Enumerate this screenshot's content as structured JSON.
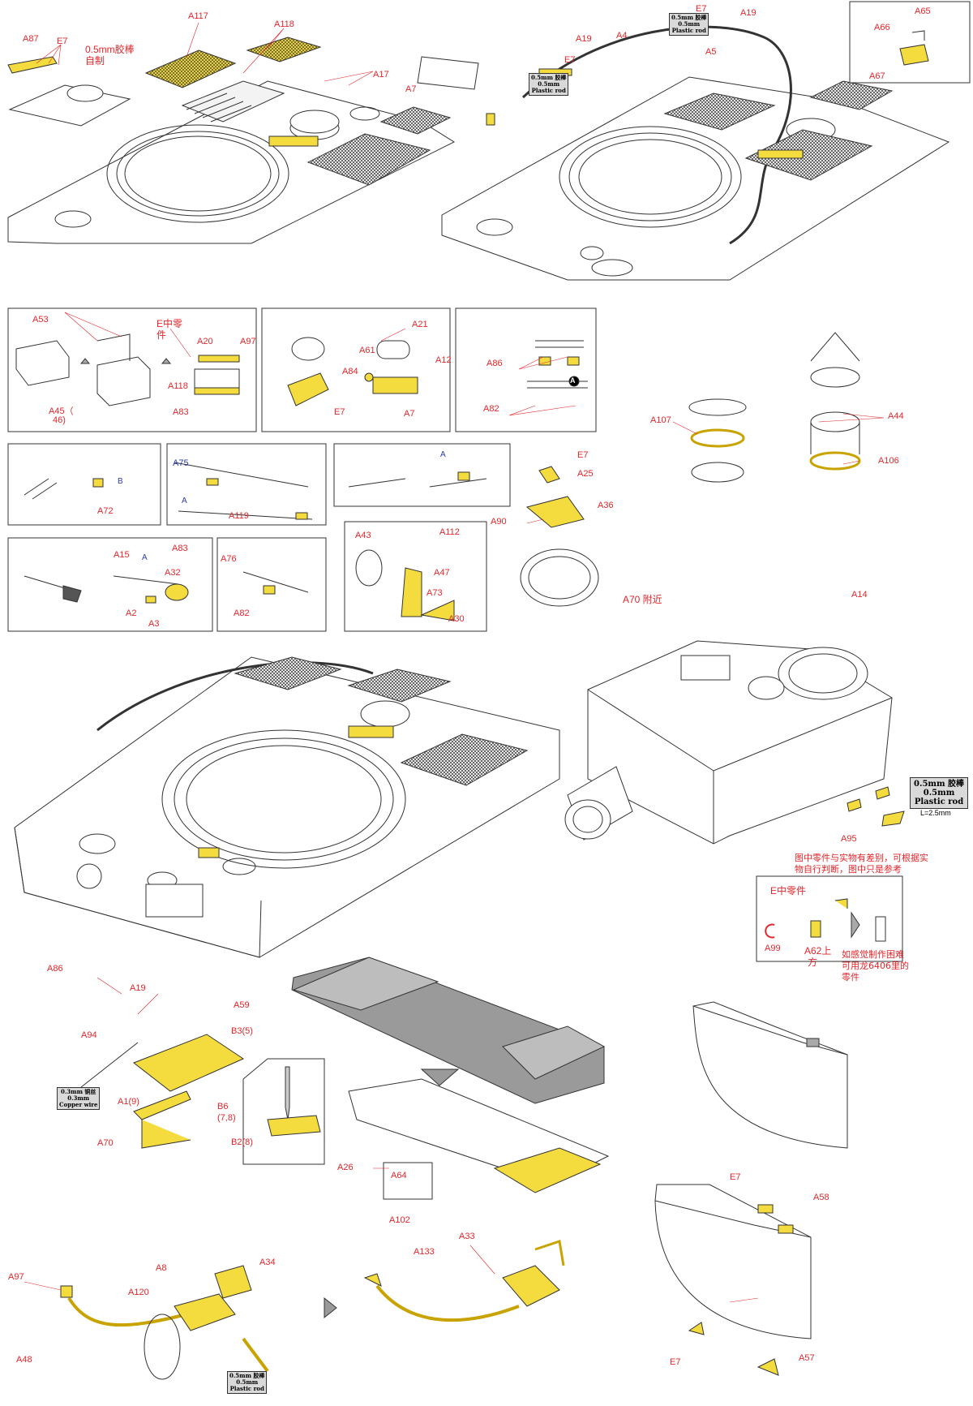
{
  "colors": {
    "part_yellow": "#f5dc3e",
    "label_red": "#e3262b",
    "label_blue": "#2b3bb3",
    "line": "#333333",
    "panel_grey": "#9a9a9a",
    "tag_grey": "#d9d9d9"
  },
  "labels": {
    "a87": "A87",
    "e7_s1": "E7",
    "rod_note_s1": "0.5mm胶棒",
    "rod_note_s1b": "自制",
    "a117": "A117",
    "a118": "A118",
    "a17": "A17",
    "a7_s1": "A7",
    "e7_s2": "E7",
    "a19_s2a": "A19",
    "a19_s2b": "A19",
    "a4": "A4",
    "a5": "A5",
    "e7_s2b": "E7",
    "a65": "A65",
    "a66": "A66",
    "a67": "A67",
    "a53": "A53",
    "e_parts_1": "E中零",
    "e_parts_1b": "件",
    "a20": "A20",
    "a97_b": "A97",
    "a118_b": "A118",
    "a45": "A45（",
    "a45b": "46)",
    "a83_b": "A83",
    "a21": "A21",
    "a61": "A61",
    "a12": "A12",
    "a84": "A84",
    "e7_b": "E7",
    "a7_b": "A7",
    "a86_b": "A86",
    "a82_b": "A82",
    "a107": "A107",
    "a44": "A44",
    "a106": "A106",
    "a72": "A72",
    "a75": "A75",
    "a119": "A119",
    "e7_c": "E7",
    "a25": "A25",
    "a36": "A36",
    "a90": "A90",
    "a15": "A15",
    "a83_c": "A83",
    "a32": "A32",
    "a2": "A2",
    "a3": "A3",
    "a76": "A76",
    "a82_c": "A82",
    "a43": "A43",
    "a112": "A112",
    "a47": "A47",
    "a73": "A73",
    "a30": "A30",
    "a70_near": "A70 附近",
    "a14": "A14",
    "a95": "A95",
    "note_diff": "图中零件与实物有差别，可根据实",
    "note_diff2": "物自行判断，图中只是参考",
    "e_parts_2": "E中零件",
    "a99": "A99",
    "a62": "A62上",
    "a62b": "方",
    "note_alt": "如感觉制作困难",
    "note_alt2": "可用龙6406里的",
    "note_alt3": "零件",
    "a86_d": "A86",
    "a19_d": "A19",
    "a59": "A59",
    "a94": "A94",
    "b3": "B3(5)",
    "a1": "A1(9)",
    "b6": "B6",
    "b6b": "(7,8)",
    "a70": "A70",
    "b2": "B2(8)",
    "a26": "A26",
    "a64": "A64",
    "a102": "A102",
    "e7_e": "E7",
    "a58": "A58",
    "e7_f": "E7",
    "a57": "A57",
    "a97_g": "A97",
    "a8": "A8",
    "a34": "A34",
    "a120": "A120",
    "a48": "A48",
    "a33": "A33",
    "a133": "A133",
    "circle_a": "A",
    "circle_b": "B"
  },
  "tags": {
    "rod_s2": [
      "0.5mm 胶棒",
      "0.5mm",
      "Plastic rod"
    ],
    "rod_top": [
      "0.5mm 胶棒",
      "0.5mm",
      "Plastic rod"
    ],
    "rod_turret": [
      "0.5mm 胶棒",
      "0.5mm",
      "Plastic rod"
    ],
    "rod_turret_len": "L=2.5mm",
    "copper_wire": [
      "0.3mm 铜丝",
      "0.3mm",
      "Copper wire"
    ],
    "rod_bottom": [
      "0.5mm 胶棒",
      "0.5mm",
      "Plastic rod"
    ]
  }
}
